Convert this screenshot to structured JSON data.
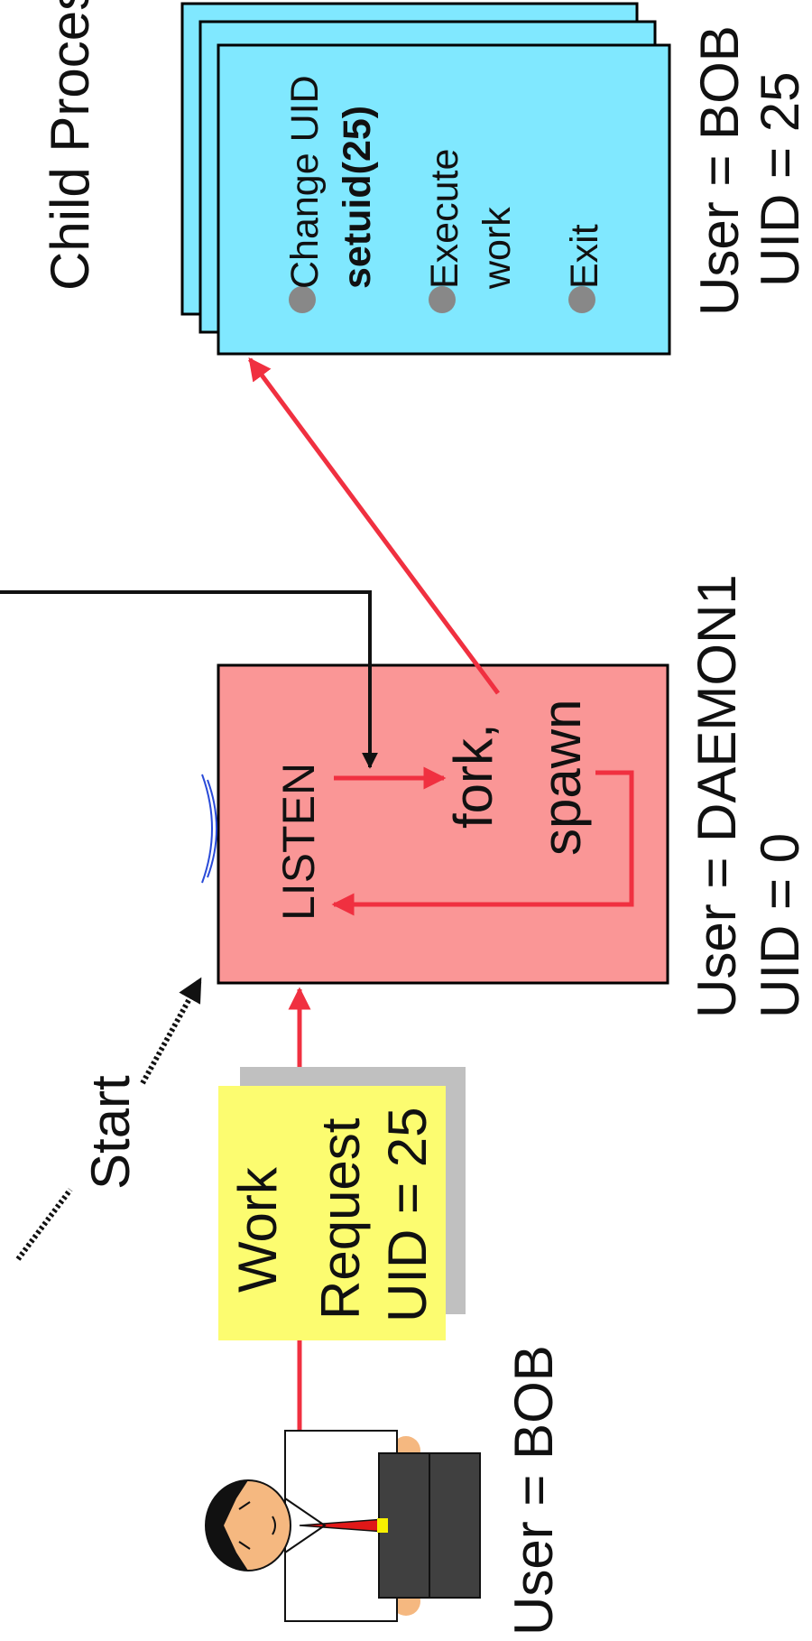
{
  "diagram": {
    "child_process_title": "Child Process",
    "child_items": [
      {
        "line1": "Change UID",
        "line2": "setuid(25)"
      },
      {
        "line1": "Execute",
        "line2": "work"
      },
      {
        "line1": "Exit",
        "line2": ""
      }
    ],
    "child_user": "User = BOB",
    "child_uid": "UID = 25",
    "daemon_listen": "LISTEN",
    "daemon_fork_line1": "fork,",
    "daemon_fork_line2": "spawn",
    "daemon_user": "User = DAEMON1",
    "daemon_uid": "UID = 0",
    "start_label": "Start",
    "request_line1": "Work",
    "request_line2": "Request",
    "request_line3": "UID = 25",
    "user_label": "User = BOB"
  },
  "colors": {
    "child_box": "#80e8ff",
    "daemon_box": "#fa9696",
    "request_note": "#fcfc70",
    "note_shadow": "#c0c0c0",
    "arrow_red": "#f03040",
    "bullet": "#888888"
  }
}
